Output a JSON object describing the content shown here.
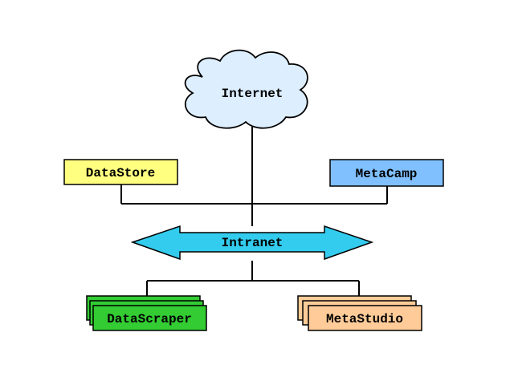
{
  "nodes": {
    "internet": {
      "label": "Internet"
    },
    "datastore": {
      "label": "DataStore",
      "color": "#ffff80"
    },
    "metacamp": {
      "label": "MetaCamp",
      "color": "#80c0ff"
    },
    "intranet": {
      "label": "Intranet",
      "color": "#33ccee"
    },
    "datascraper": {
      "label": "DataScraper",
      "color": "#33cc33"
    },
    "metastudio": {
      "label": "MetaStudio",
      "color": "#ffcc99"
    }
  },
  "colors": {
    "cloud_fill": "#ddeeff",
    "line": "#000000",
    "background": "#ffffff"
  }
}
